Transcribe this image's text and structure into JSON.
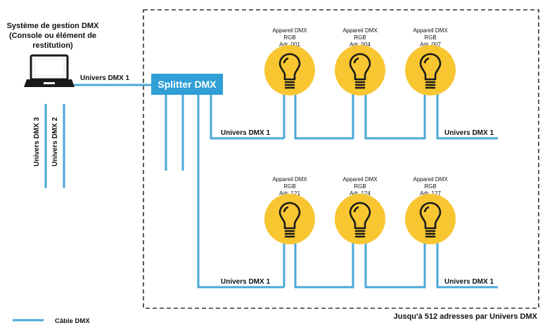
{
  "console": {
    "title_lines": [
      "Système de gestion DMX",
      "(Console ou élément de",
      "restitution)"
    ]
  },
  "splitter": {
    "label": "Splitter DMX"
  },
  "cables": {
    "console_link": "Univers DMX 1",
    "vertical_left_1": "Univers DMX 3",
    "vertical_left_2": "Univers DMX 2",
    "row1_in": "Univers DMX 1",
    "row1_out": "Univers DMX 1",
    "row2_in": "Univers DMX 1",
    "row2_out": "Univers DMX 1"
  },
  "devices": [
    {
      "line1": "Appareil DMX",
      "line2": "RGB",
      "line3": "Adr. 001"
    },
    {
      "line1": "Appareil DMX",
      "line2": "RGB",
      "line3": "Adr. 004"
    },
    {
      "line1": "Appareil DMX",
      "line2": "RGB",
      "line3": "Adr. 007"
    },
    {
      "line1": "Appareil DMX",
      "line2": "RGB",
      "line3": "Adr. 121"
    },
    {
      "line1": "Appareil DMX",
      "line2": "RGB",
      "line3": "Adr. 124"
    },
    {
      "line1": "Appareil DMX",
      "line2": "RGB",
      "line3": "Adr. 127"
    }
  ],
  "footer": {
    "note": "Jusqu'à 512 adresses par Univers DMX"
  },
  "legend": {
    "label": "Câble DMX"
  },
  "colors": {
    "cable": "#4aa8d8",
    "splitter": "#2f9fd6",
    "bulb": "#f7c631",
    "outline": "#1a1a1a"
  },
  "icons": {
    "computer": "laptop-icon",
    "device": "lightbulb-icon"
  }
}
